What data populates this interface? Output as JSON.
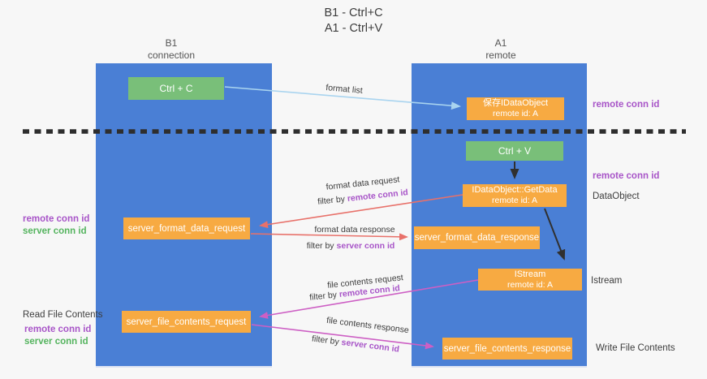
{
  "title": {
    "line1": "B1 - Ctrl+C",
    "line2": "A1 - Ctrl+V"
  },
  "lifelines": {
    "left": {
      "name": "B1",
      "role": "connection"
    },
    "right": {
      "name": "A1",
      "role": "remote"
    }
  },
  "nodes": {
    "ctrl_c": {
      "label": "Ctrl + C"
    },
    "save_dataobject": {
      "line1": "保存IDataObject",
      "line2": "remote id: A"
    },
    "ctrl_v": {
      "label": "Ctrl + V"
    },
    "getdata": {
      "line1": "IDataObject::GetData",
      "line2": "remote id: A"
    },
    "server_format_data_request": {
      "label": "server_format_data_request"
    },
    "server_format_data_response": {
      "label": "server_format_data_response"
    },
    "istream": {
      "line1": "IStream",
      "line2": "remote id: A"
    },
    "server_file_contents_request": {
      "label": "server_file_contents_request"
    },
    "server_file_contents_response": {
      "label": "server_file_contents_response"
    }
  },
  "edge_labels": {
    "format_list": "format list",
    "format_data_request": "format data request",
    "format_data_response": "format data response",
    "file_contents_request": "file contents request",
    "file_contents_response": "file contents response",
    "filter_by": "filter by",
    "remote_conn_id": "remote conn id",
    "server_conn_id": "server conn id"
  },
  "side_labels": {
    "remote_conn_id": "remote conn id",
    "server_conn_id": "server conn id",
    "dataobject": "DataObject",
    "istream": "Istream",
    "read_file_contents": "Read File Contents",
    "write_file_contents": "Write File Contents"
  },
  "colors": {
    "lifeline_fill": "#4a7fd5",
    "node_orange": "#f7aa42",
    "node_green": "#79bf79",
    "arrow_lightblue": "#a9d4ef",
    "arrow_red": "#e8716a",
    "arrow_magenta": "#cd5fc4",
    "arrow_black": "#303030",
    "text_purple": "#a855c8",
    "text_green": "#55b45f",
    "dashed_line": "#2e2e2e"
  }
}
